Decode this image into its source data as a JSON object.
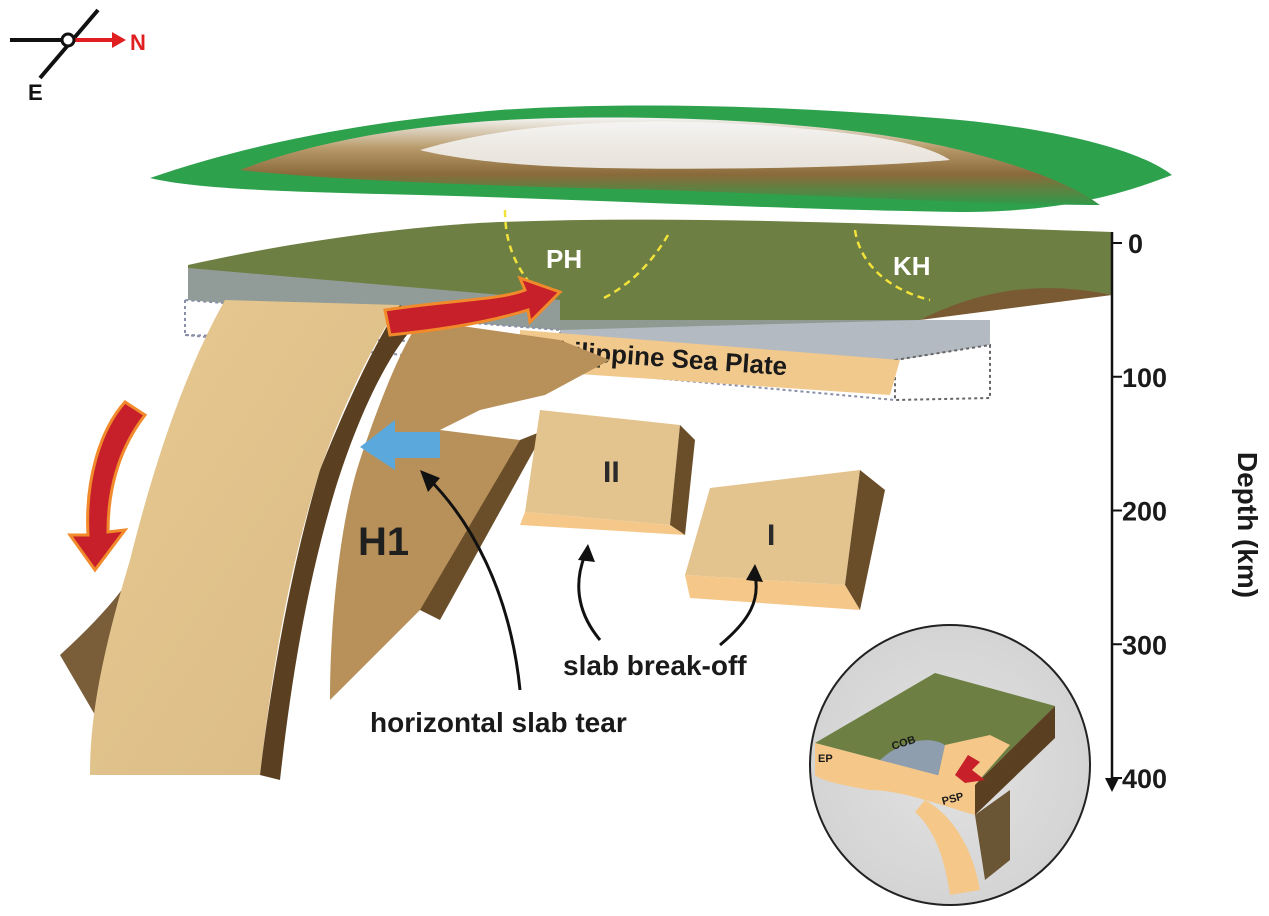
{
  "compass": {
    "east": "E",
    "north": "N"
  },
  "labels": {
    "ph": "PH",
    "kh": "KH",
    "plate": "Philippine Sea Plate",
    "h1": "H1",
    "slab_ii": "II",
    "slab_i": "I",
    "break_off": "slab break-off",
    "tear": "horizontal slab tear"
  },
  "depth_axis": {
    "title": "Depth (km)",
    "ticks": [
      0,
      100,
      200,
      300,
      400
    ],
    "tick_labels": [
      "0",
      "100",
      "200",
      "300",
      "400"
    ]
  },
  "inset": {
    "cob": "COB",
    "ep": "EP",
    "psp": "PSP"
  },
  "colors": {
    "arrow_red": "#c8202a",
    "arrow_blue": "#5aa8dc",
    "terrain_green": "#6b7d3e",
    "slab_tan": "#e6c48e",
    "fault_yellow": "#f2e23a"
  }
}
